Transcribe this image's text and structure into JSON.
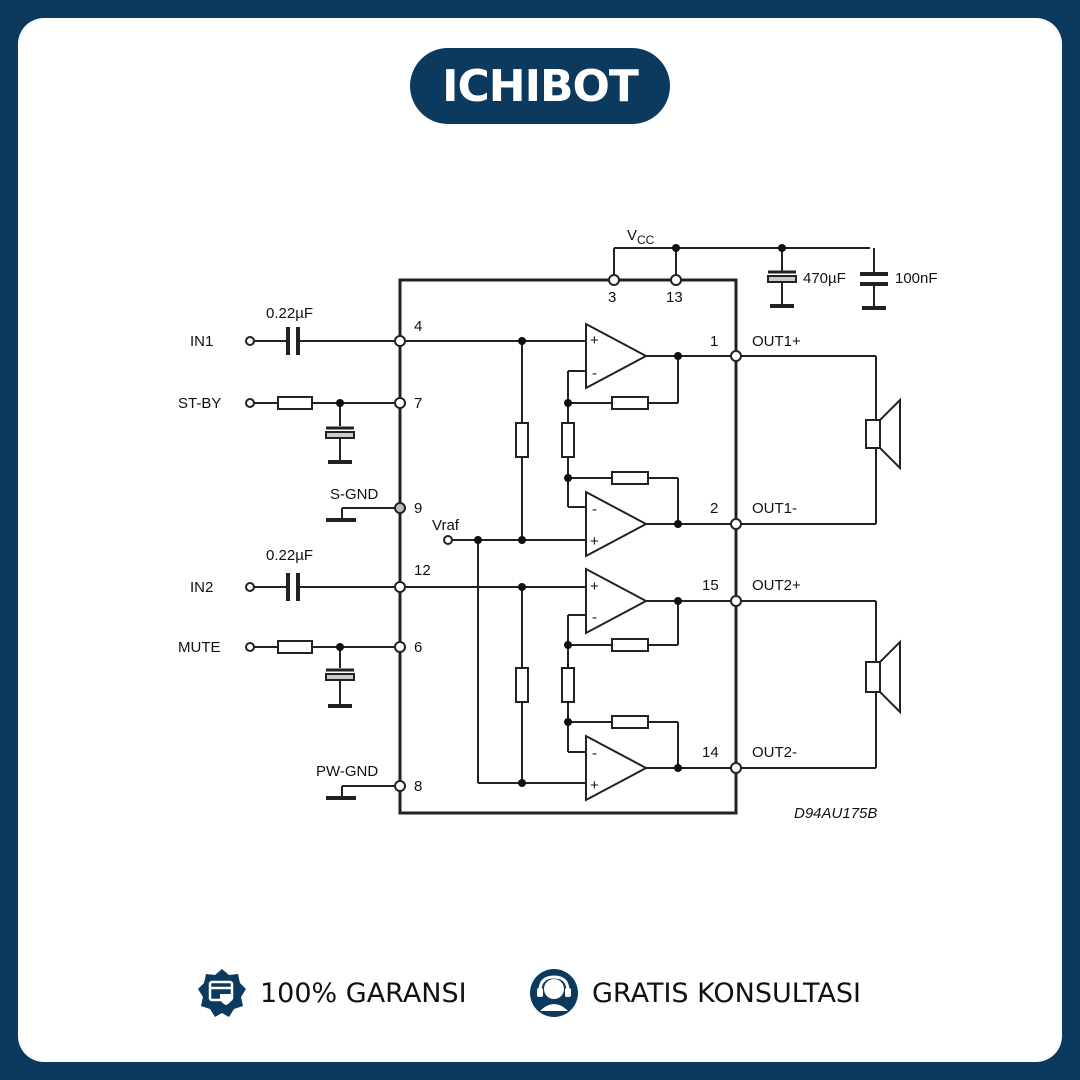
{
  "brand": {
    "name": "ICHIBOT"
  },
  "diagram": {
    "vcc_label": "V",
    "vcc_sub": "CC",
    "cap_470": "470µF",
    "cap_100": "100nF",
    "cap_in1": "0.22µF",
    "cap_in2": "0.22µF",
    "inputs": {
      "in1": "IN1",
      "stby": "ST-BY",
      "sgnd": "S-GND",
      "in2": "IN2",
      "mute": "MUTE",
      "pwgnd": "PW-GND"
    },
    "vraf": "Vraf",
    "pins": {
      "p3": "3",
      "p13": "13",
      "p4": "4",
      "p7": "7",
      "p9": "9",
      "p12": "12",
      "p6": "6",
      "p8": "8",
      "p1": "1",
      "p2": "2",
      "p15": "15",
      "p14": "14"
    },
    "outputs": {
      "out1p": "OUT1+",
      "out1m": "OUT1-",
      "out2p": "OUT2+",
      "out2m": "OUT2-"
    },
    "ref_code": "D94AU175B"
  },
  "footer": {
    "guarantee": "100% GARANSI",
    "consult": "GRATIS KONSULTASI"
  },
  "colors": {
    "navy": "#0b3a5e",
    "line": "#222222"
  }
}
